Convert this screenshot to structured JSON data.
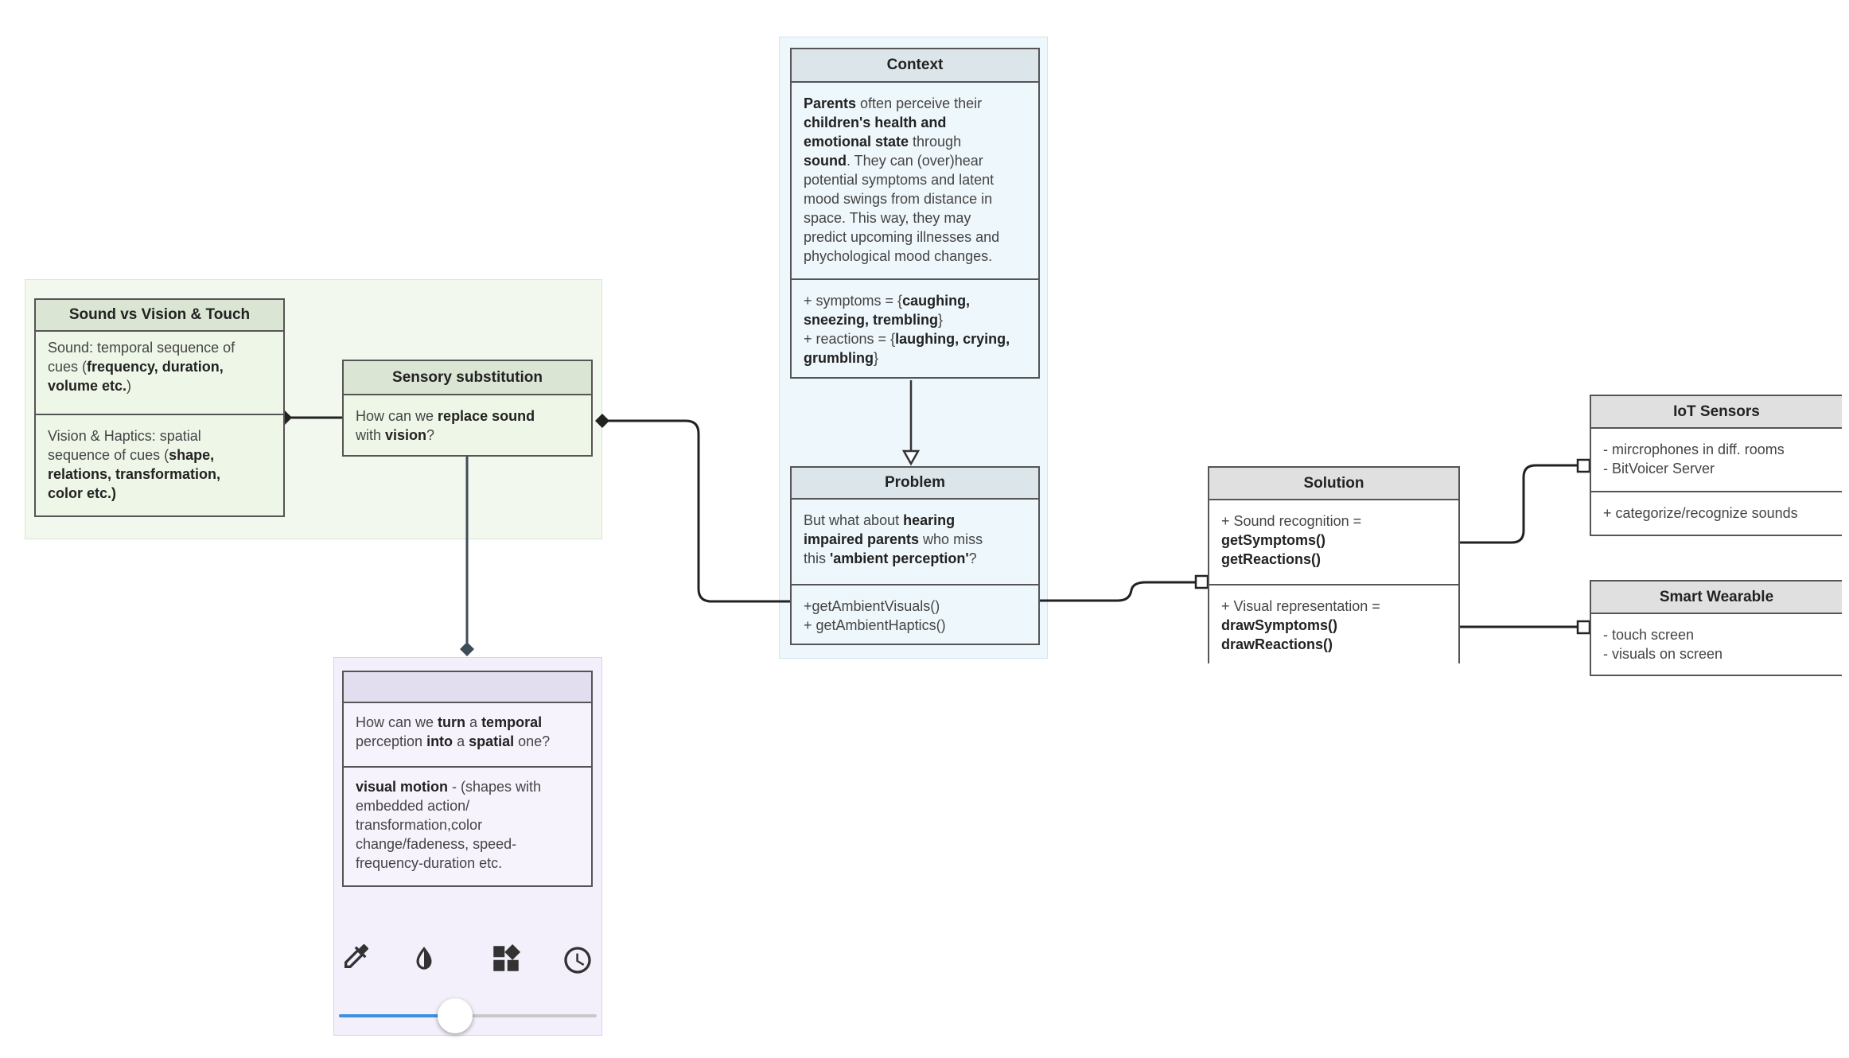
{
  "sound_vision": {
    "title": "Sound vs Vision & Touch",
    "sound": {
      "l1": "Sound: temporal sequence of",
      "l2_pre": "cues (",
      "l2_bold": "frequency, duration,",
      "l3_bold": "volume etc.",
      "l3_post": ")"
    },
    "vision": {
      "l1": "Vision & Haptics: spatial",
      "l2_pre": "sequence of cues (",
      "l2_bold": "shape,",
      "l3_bold": "relations, transformation,",
      "l4_bold": "color etc.)"
    }
  },
  "sensory": {
    "title": "Sensory substitution",
    "l1_pre": "How can we ",
    "l1_bold": "replace sound",
    "l2_pre": "with ",
    "l2_bold": "vision",
    "l2_post": "?"
  },
  "temporal": {
    "title": "",
    "q": {
      "l1_pre": "How can we ",
      "l1_b1": "turn",
      "l1_mid": " a ",
      "l1_b2": "temporal",
      "l2_pre": "perception ",
      "l2_b1": "into",
      "l2_mid": " a ",
      "l2_b2": "spatial",
      "l2_post": " one?"
    },
    "a": {
      "l1_bold": "visual motion",
      "l1_post": " - (shapes with",
      "l2": "embedded action/",
      "l3": "transformation,color",
      "l4": "change/fadeness, speed-",
      "l5": "frequency-duration etc."
    }
  },
  "toolbar": {
    "icons": [
      "eyedropper-icon",
      "contrast-icon",
      "widgets-icon",
      "clock-icon"
    ],
    "slider_value": 0.45
  },
  "context": {
    "title": "Context",
    "desc": {
      "l1_bold": "Parents",
      "l1_post": " often perceive their",
      "l2_bold": "children's health and",
      "l3_bold": "emotional state",
      "l3_post": " through",
      "l4_bold": "sound",
      "l4_post": ". They can (over)hear",
      "l5": "potential symptoms and latent",
      "l6": "mood swings from distance in",
      "l7": "space. This way, they may",
      "l8": "predict upcoming illnesses and",
      "l9": "phychological mood changes."
    },
    "attrs": {
      "l1_pre": "+ symptoms = {",
      "l1_bold": "caughing,",
      "l2_bold": "sneezing, trembling",
      "l2_post": "}",
      "l3_pre": "+ reactions = {",
      "l3_bold": "laughing, crying,",
      "l4_bold": "grumbling",
      "l4_post": "}"
    }
  },
  "problem": {
    "title": "Problem",
    "desc": {
      "l1_pre": "But what about ",
      "l1_bold": "hearing",
      "l2_bold": "impaired parents",
      "l2_post": " who miss",
      "l3_pre": "this ",
      "l3_bold": "'ambient perception'",
      "l3_post": "?"
    },
    "methods": {
      "l1": "+getAmbientVisuals()",
      "l2": "+ getAmbientHaptics()"
    }
  },
  "solution": {
    "title": "Solution",
    "recog": {
      "l1": "+ Sound recognition =",
      "l2_bold": "getSymptoms()",
      "l3_bold": "getReactions()"
    },
    "visual": {
      "l1": "+ Visual representation =",
      "l2_bold": "drawSymptoms()",
      "l3_bold": "drawReactions()"
    }
  },
  "iot": {
    "title": "IoT Sensors",
    "attrs": {
      "l1": "- mircrophones in diff. rooms",
      "l2": "- BitVoicer Server"
    },
    "method": "+ categorize/recognize sounds"
  },
  "wearable": {
    "title": "Smart Wearable",
    "attrs": {
      "l1": "- touch screen",
      "l2": "- visuals on screen"
    }
  }
}
